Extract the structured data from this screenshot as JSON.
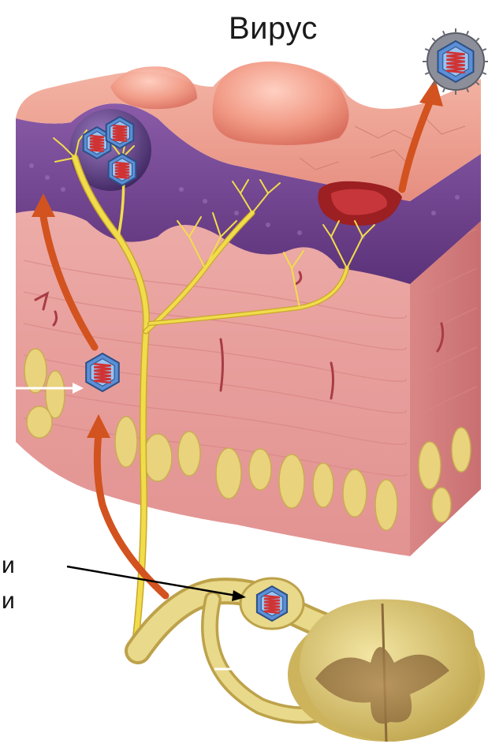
{
  "diagram": {
    "title": "Вирус",
    "label_cut_1": "и",
    "label_cut_2": "и",
    "colors": {
      "epidermis_purple": "#6e3f8f",
      "dermis_pink": "#e9a3a3",
      "nerve_yellow": "#e8d23c",
      "arrow_orange": "#d2531f",
      "fat_yellow": "#e7d37a",
      "virus_blue": "#4a7bc1",
      "capsid_red": "#d03333"
    },
    "icons": [
      "virus-icon",
      "nerve-fiber",
      "spinal-cord",
      "dorsal-root-ganglion",
      "skin-lesion"
    ]
  }
}
